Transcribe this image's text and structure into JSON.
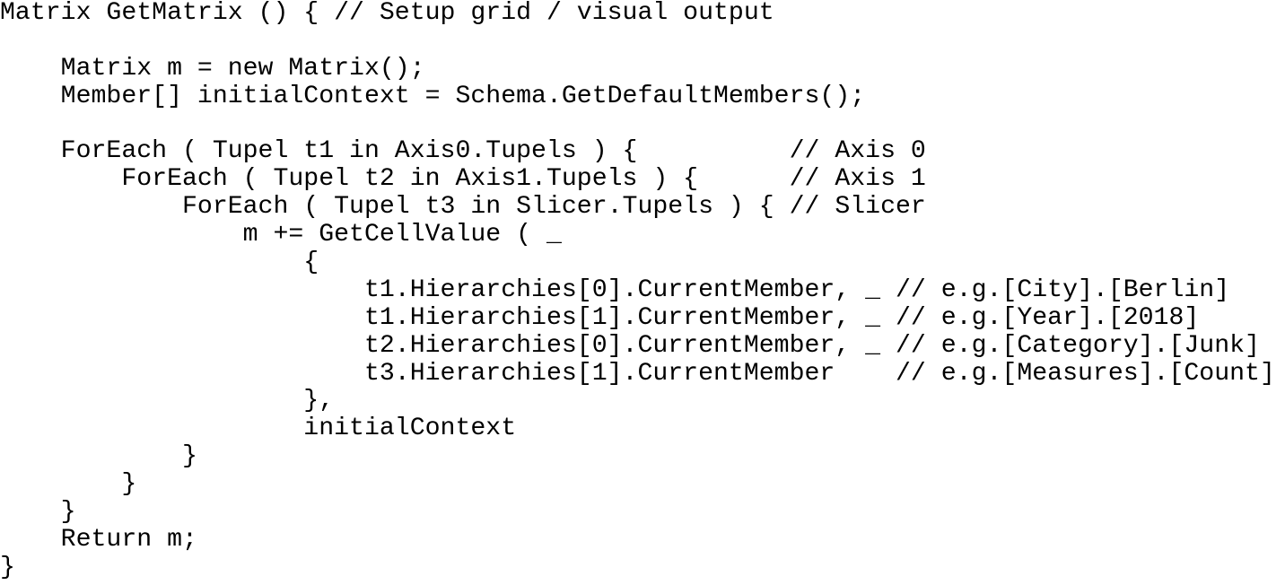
{
  "code": {
    "language": "pseudocode",
    "lines": [
      "Matrix GetMatrix () { // Setup grid / visual output",
      "",
      "    Matrix m = new Matrix();",
      "    Member[] initialContext = Schema.GetDefaultMembers();",
      "",
      "    ForEach ( Tupel t1 in Axis0.Tupels ) {          // Axis 0",
      "        ForEach ( Tupel t2 in Axis1.Tupels ) {      // Axis 1",
      "            ForEach ( Tupel t3 in Slicer.Tupels ) { // Slicer",
      "                m += GetCellValue ( _",
      "                    {",
      "                        t1.Hierarchies[0].CurrentMember, _ // e.g.[City].[Berlin]",
      "                        t1.Hierarchies[1].CurrentMember, _ // e.g.[Year].[2018]",
      "                        t2.Hierarchies[0].CurrentMember, _ // e.g.[Category].[Junk]",
      "                        t3.Hierarchies[1].CurrentMember    // e.g.[Measures].[Count]",
      "                    },",
      "                    initialContext",
      "            }",
      "        }",
      "    }",
      "    Return m;",
      "}"
    ]
  }
}
